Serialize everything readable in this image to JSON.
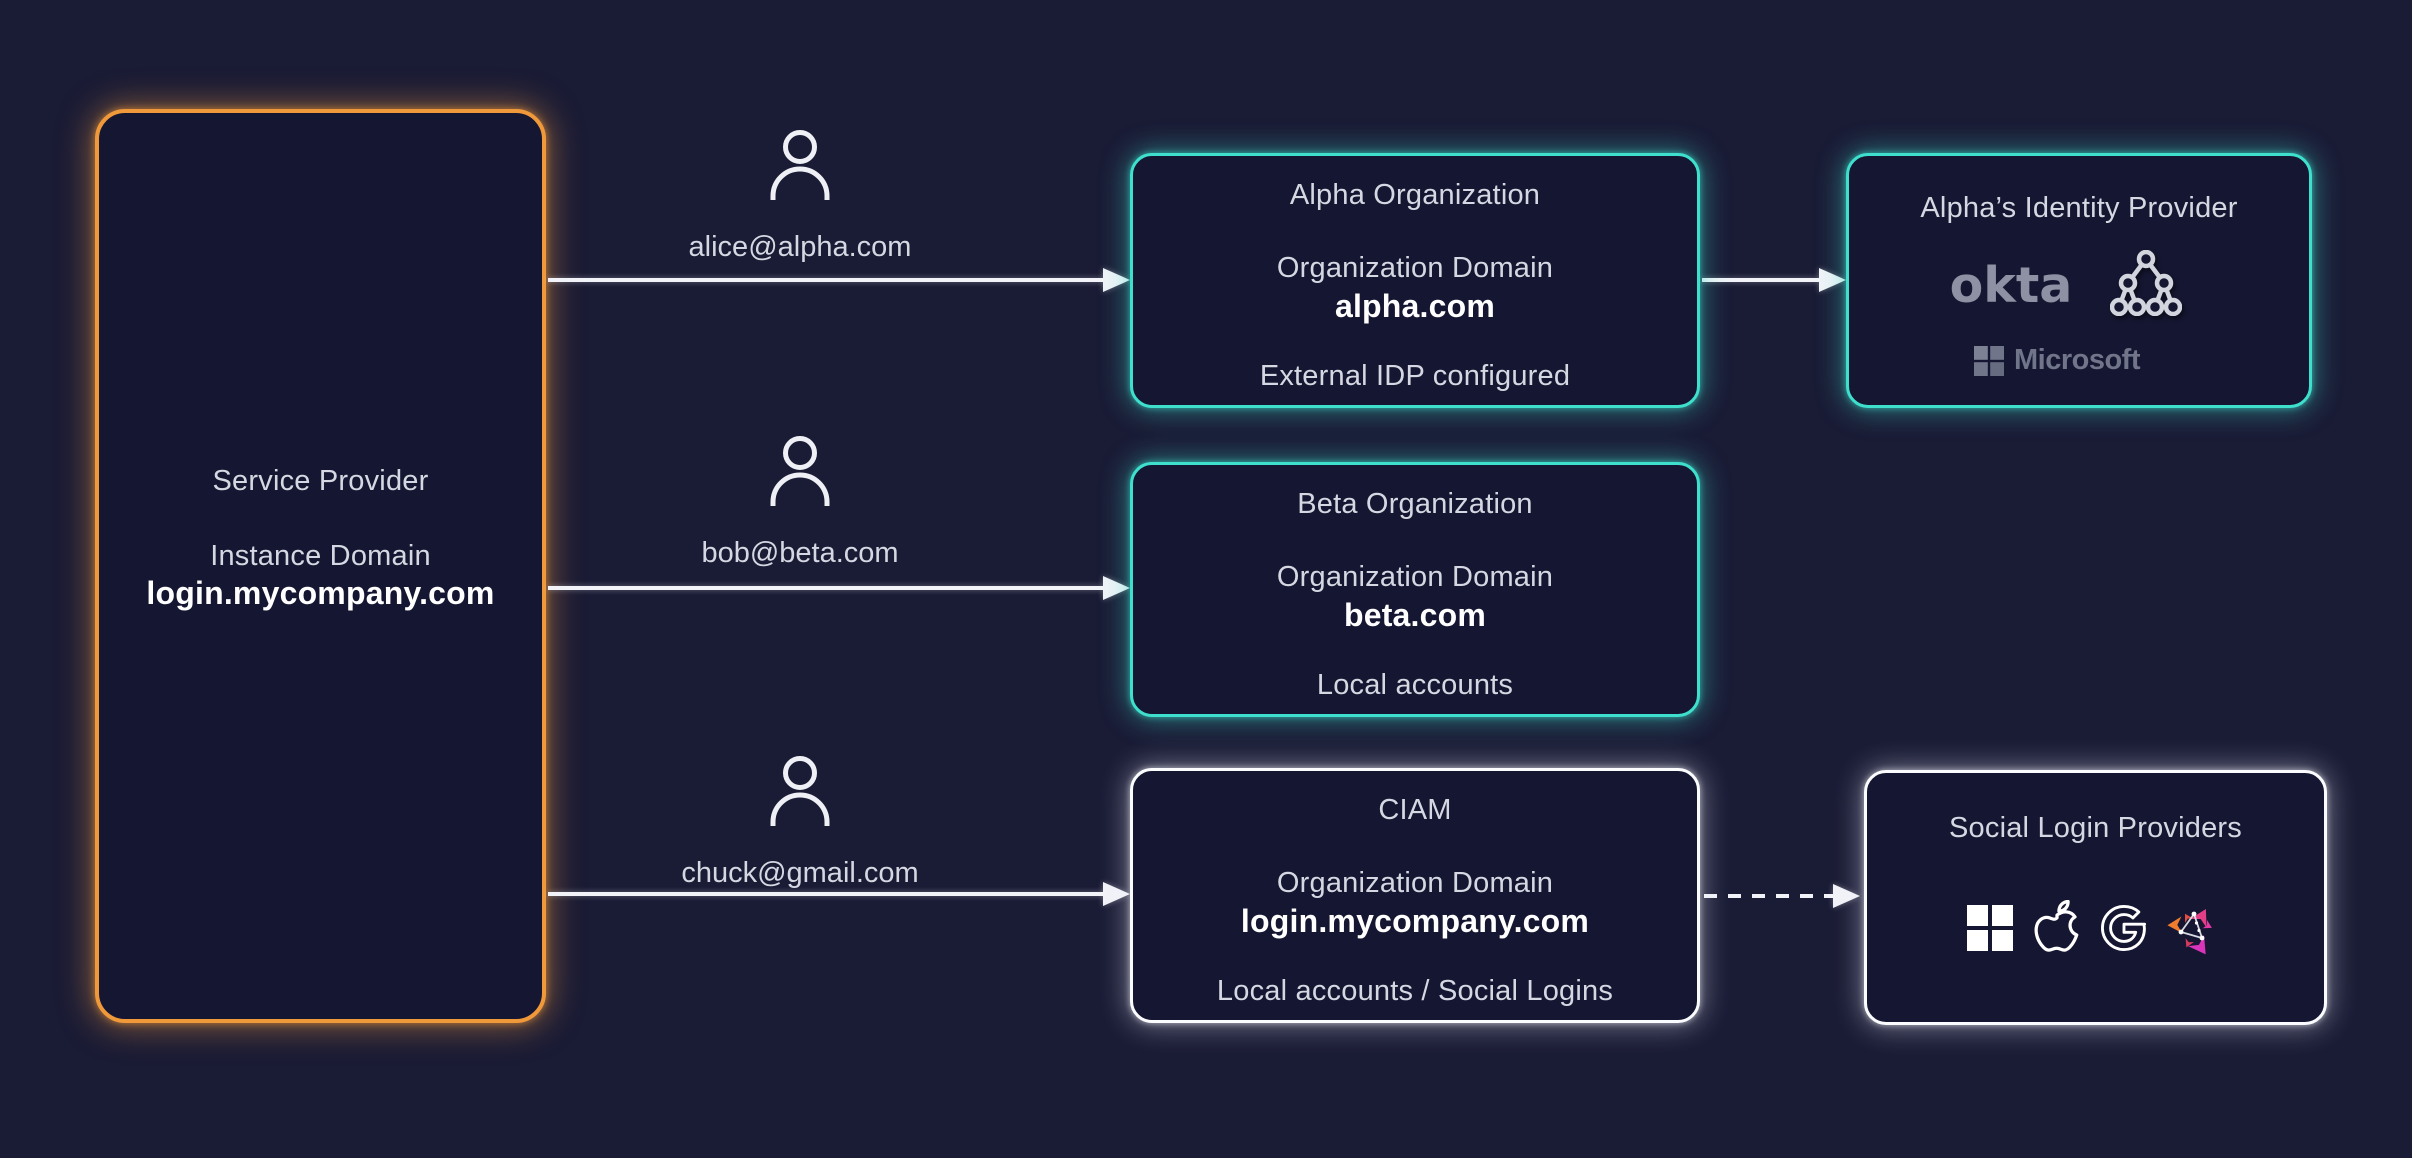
{
  "colors": {
    "background": "#1a1b35",
    "box_background": "#151631",
    "accent_orange": "#f0993b",
    "accent_teal": "#3ee0cd",
    "accent_white": "#fbfcff",
    "text": "#d5d8e2",
    "text_bold": "#ffffff",
    "okta_gray": "#8d91a3",
    "microsoft_gray": "#70758a",
    "logo_orange": "#ef7d2e",
    "logo_crimson": "#e04b5a",
    "logo_pink": "#e23f86",
    "logo_magenta": "#d935bb"
  },
  "service_provider": {
    "title": "Service Provider",
    "domain_label": "Instance Domain",
    "domain": "login.mycompany.com"
  },
  "users": [
    {
      "email": "alice@alpha.com",
      "icon": "user-icon"
    },
    {
      "email": "bob@beta.com",
      "icon": "user-icon"
    },
    {
      "email": "chuck@gmail.com",
      "icon": "user-icon"
    }
  ],
  "organizations": [
    {
      "title": "Alpha Organization",
      "domain_label": "Organization Domain",
      "domain": "alpha.com",
      "note": "External IDP configured",
      "border": "teal"
    },
    {
      "title": "Beta Organization",
      "domain_label": "Organization Domain",
      "domain": "beta.com",
      "note": "Local accounts",
      "border": "teal"
    },
    {
      "title": "CIAM",
      "domain_label": "Organization Domain",
      "domain": "login.mycompany.com",
      "note": "Local accounts / Social Logins",
      "border": "white"
    }
  ],
  "identity_provider": {
    "title": "Alpha’s Identity Provider",
    "okta_label": "okta",
    "microsoft_label": "Microsoft",
    "icons": [
      "okta-logo",
      "directory-tree-icon",
      "microsoft-logo"
    ]
  },
  "social_providers": {
    "title": "Social Login Providers",
    "icons": [
      "microsoft-icon",
      "apple-icon",
      "google-icon",
      "identity-network-icon"
    ]
  },
  "connections": [
    {
      "from": "service-provider",
      "to": "alpha-organization",
      "style": "solid"
    },
    {
      "from": "service-provider",
      "to": "beta-organization",
      "style": "solid"
    },
    {
      "from": "service-provider",
      "to": "ciam",
      "style": "solid"
    },
    {
      "from": "alpha-organization",
      "to": "alphas-identity-provider",
      "style": "solid"
    },
    {
      "from": "ciam",
      "to": "social-login-providers",
      "style": "dashed"
    }
  ]
}
